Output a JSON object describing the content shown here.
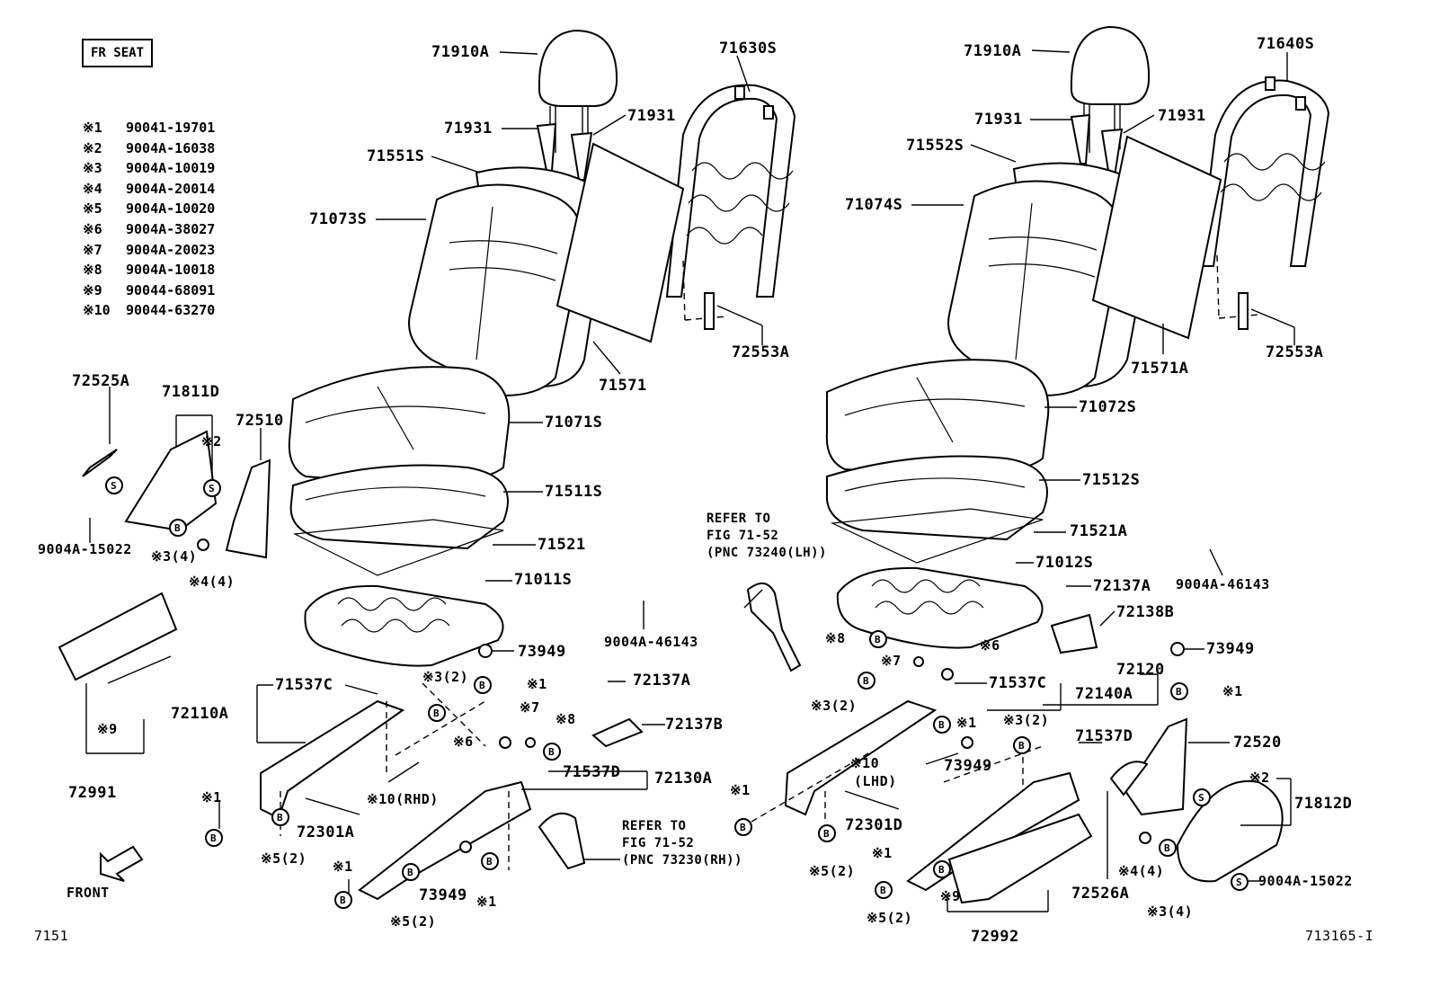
{
  "header": {
    "title_box": "FR SEAT"
  },
  "legend": [
    {
      "key": "※1",
      "part": "90041-19701"
    },
    {
      "key": "※2",
      "part": "9004A-16038"
    },
    {
      "key": "※3",
      "part": "9004A-10019"
    },
    {
      "key": "※4",
      "part": "9004A-20014"
    },
    {
      "key": "※5",
      "part": "9004A-10020"
    },
    {
      "key": "※6",
      "part": "9004A-38027"
    },
    {
      "key": "※7",
      "part": "9004A-20023"
    },
    {
      "key": "※8",
      "part": "9004A-10018"
    },
    {
      "key": "※9",
      "part": "90044-68091"
    },
    {
      "key": "※10",
      "part": "90044-63270"
    }
  ],
  "labels": {
    "l71910A_a": "71910A",
    "l71630S": "71630S",
    "l71931_a1": "71931",
    "l71931_a2": "71931",
    "l71551S": "71551S",
    "l71073S": "71073S",
    "l72553A_a": "72553A",
    "l71571": "71571",
    "l72525A": "72525A",
    "l71811D": "71811D",
    "l72510": "72510",
    "l71071S": "71071S",
    "l71511S": "71511S",
    "l71521": "71521",
    "l71011S": "71011S",
    "l9004A15022_a": "9004A-15022",
    "l73949_a": "73949",
    "l9004A46143_a": "9004A-46143",
    "l71537C_a": "71537C",
    "l72110A": "72110A",
    "l72137A_a": "72137A",
    "l72137B": "72137B",
    "l71537D_a": "71537D",
    "l72130A": "72130A",
    "l72301A": "72301A",
    "l73949_b": "73949",
    "l72991": "72991",
    "l71910A_b": "71910A",
    "l71640S": "71640S",
    "l71931_b1": "71931",
    "l71931_b2": "71931",
    "l71552S": "71552S",
    "l71074S": "71074S",
    "l72553A_b": "72553A",
    "l71571A": "71571A",
    "l71072S": "71072S",
    "l71512S": "71512S",
    "l71521A": "71521A",
    "l71012S": "71012S",
    "l72137A_b": "72137A",
    "l9004A46143_b": "9004A-46143",
    "l72138B": "72138B",
    "l73949_c": "73949",
    "l72120": "72120",
    "l71537C_b": "71537C",
    "l72140A": "72140A",
    "l71537D_b": "71537D",
    "l73949_d": "73949",
    "l72520": "72520",
    "l71812D": "71812D",
    "l72301D": "72301D",
    "l72526A": "72526A",
    "l9004A15022_b": "9004A-15022",
    "l72992": "72992"
  },
  "marks": {
    "m_x2_a": "※2",
    "m_x3_4a": "※3(4)",
    "m_x4_4a": "※4(4)",
    "m_x9_a": "※9",
    "m_x3_2a": "※3(2)",
    "m_x1_a": "※1",
    "m_x7_a": "※7",
    "m_x8_a": "※8",
    "m_x6_a": "※6",
    "m_x10_rhd": "※10(RHD)",
    "m_x1_b": "※1",
    "m_x5_2a": "※5(2)",
    "m_x1_c": "※1",
    "m_x5_2b": "※5(2)",
    "m_x1_d": "※1",
    "m_x8_b": "※8",
    "m_x7_b": "※7",
    "m_x6_b": "※6",
    "m_x3_2b": "※3(2)",
    "m_x1_e": "※1",
    "m_x1_f": "※1",
    "m_x3_2c": "※3(2)",
    "m_x10_lhd": "※10",
    "m_lhd": "(LHD)",
    "m_x1_g": "※1",
    "m_x5_2c": "※5(2)",
    "m_x1_h": "※1",
    "m_x9_b": "※9",
    "m_x5_2d": "※5(2)",
    "m_x2_b": "※2",
    "m_x4_4b": "※4(4)",
    "m_x3_4b": "※3(4)"
  },
  "notes": {
    "refer_lh": [
      "REFER TO",
      "FIG 71-52",
      "(PNC 73240(LH))"
    ],
    "refer_rh": [
      "REFER TO",
      "FIG 71-52",
      "(PNC 73230(RH))"
    ]
  },
  "footer": {
    "front": "FRONT",
    "page_left": "7151",
    "page_right": "713165-I"
  },
  "symbols": {
    "s": "S",
    "b": "B"
  }
}
